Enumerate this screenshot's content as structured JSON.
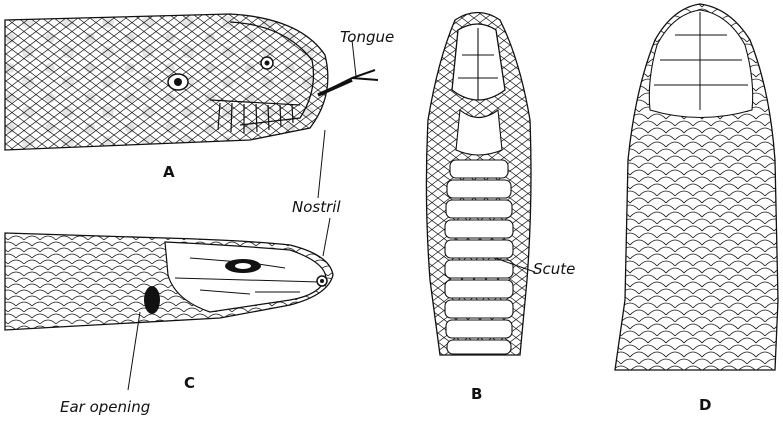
{
  "figure": {
    "panels": {
      "a": {
        "letter": "A"
      },
      "b": {
        "letter": "B"
      },
      "c": {
        "letter": "C"
      },
      "d": {
        "letter": "D"
      }
    },
    "labels": {
      "tongue": "Tongue",
      "nostril": "Nostril",
      "scute": "Scute",
      "ear_opening": "Ear opening"
    },
    "colors": {
      "ink": "#111111",
      "paper": "#ffffff"
    }
  }
}
